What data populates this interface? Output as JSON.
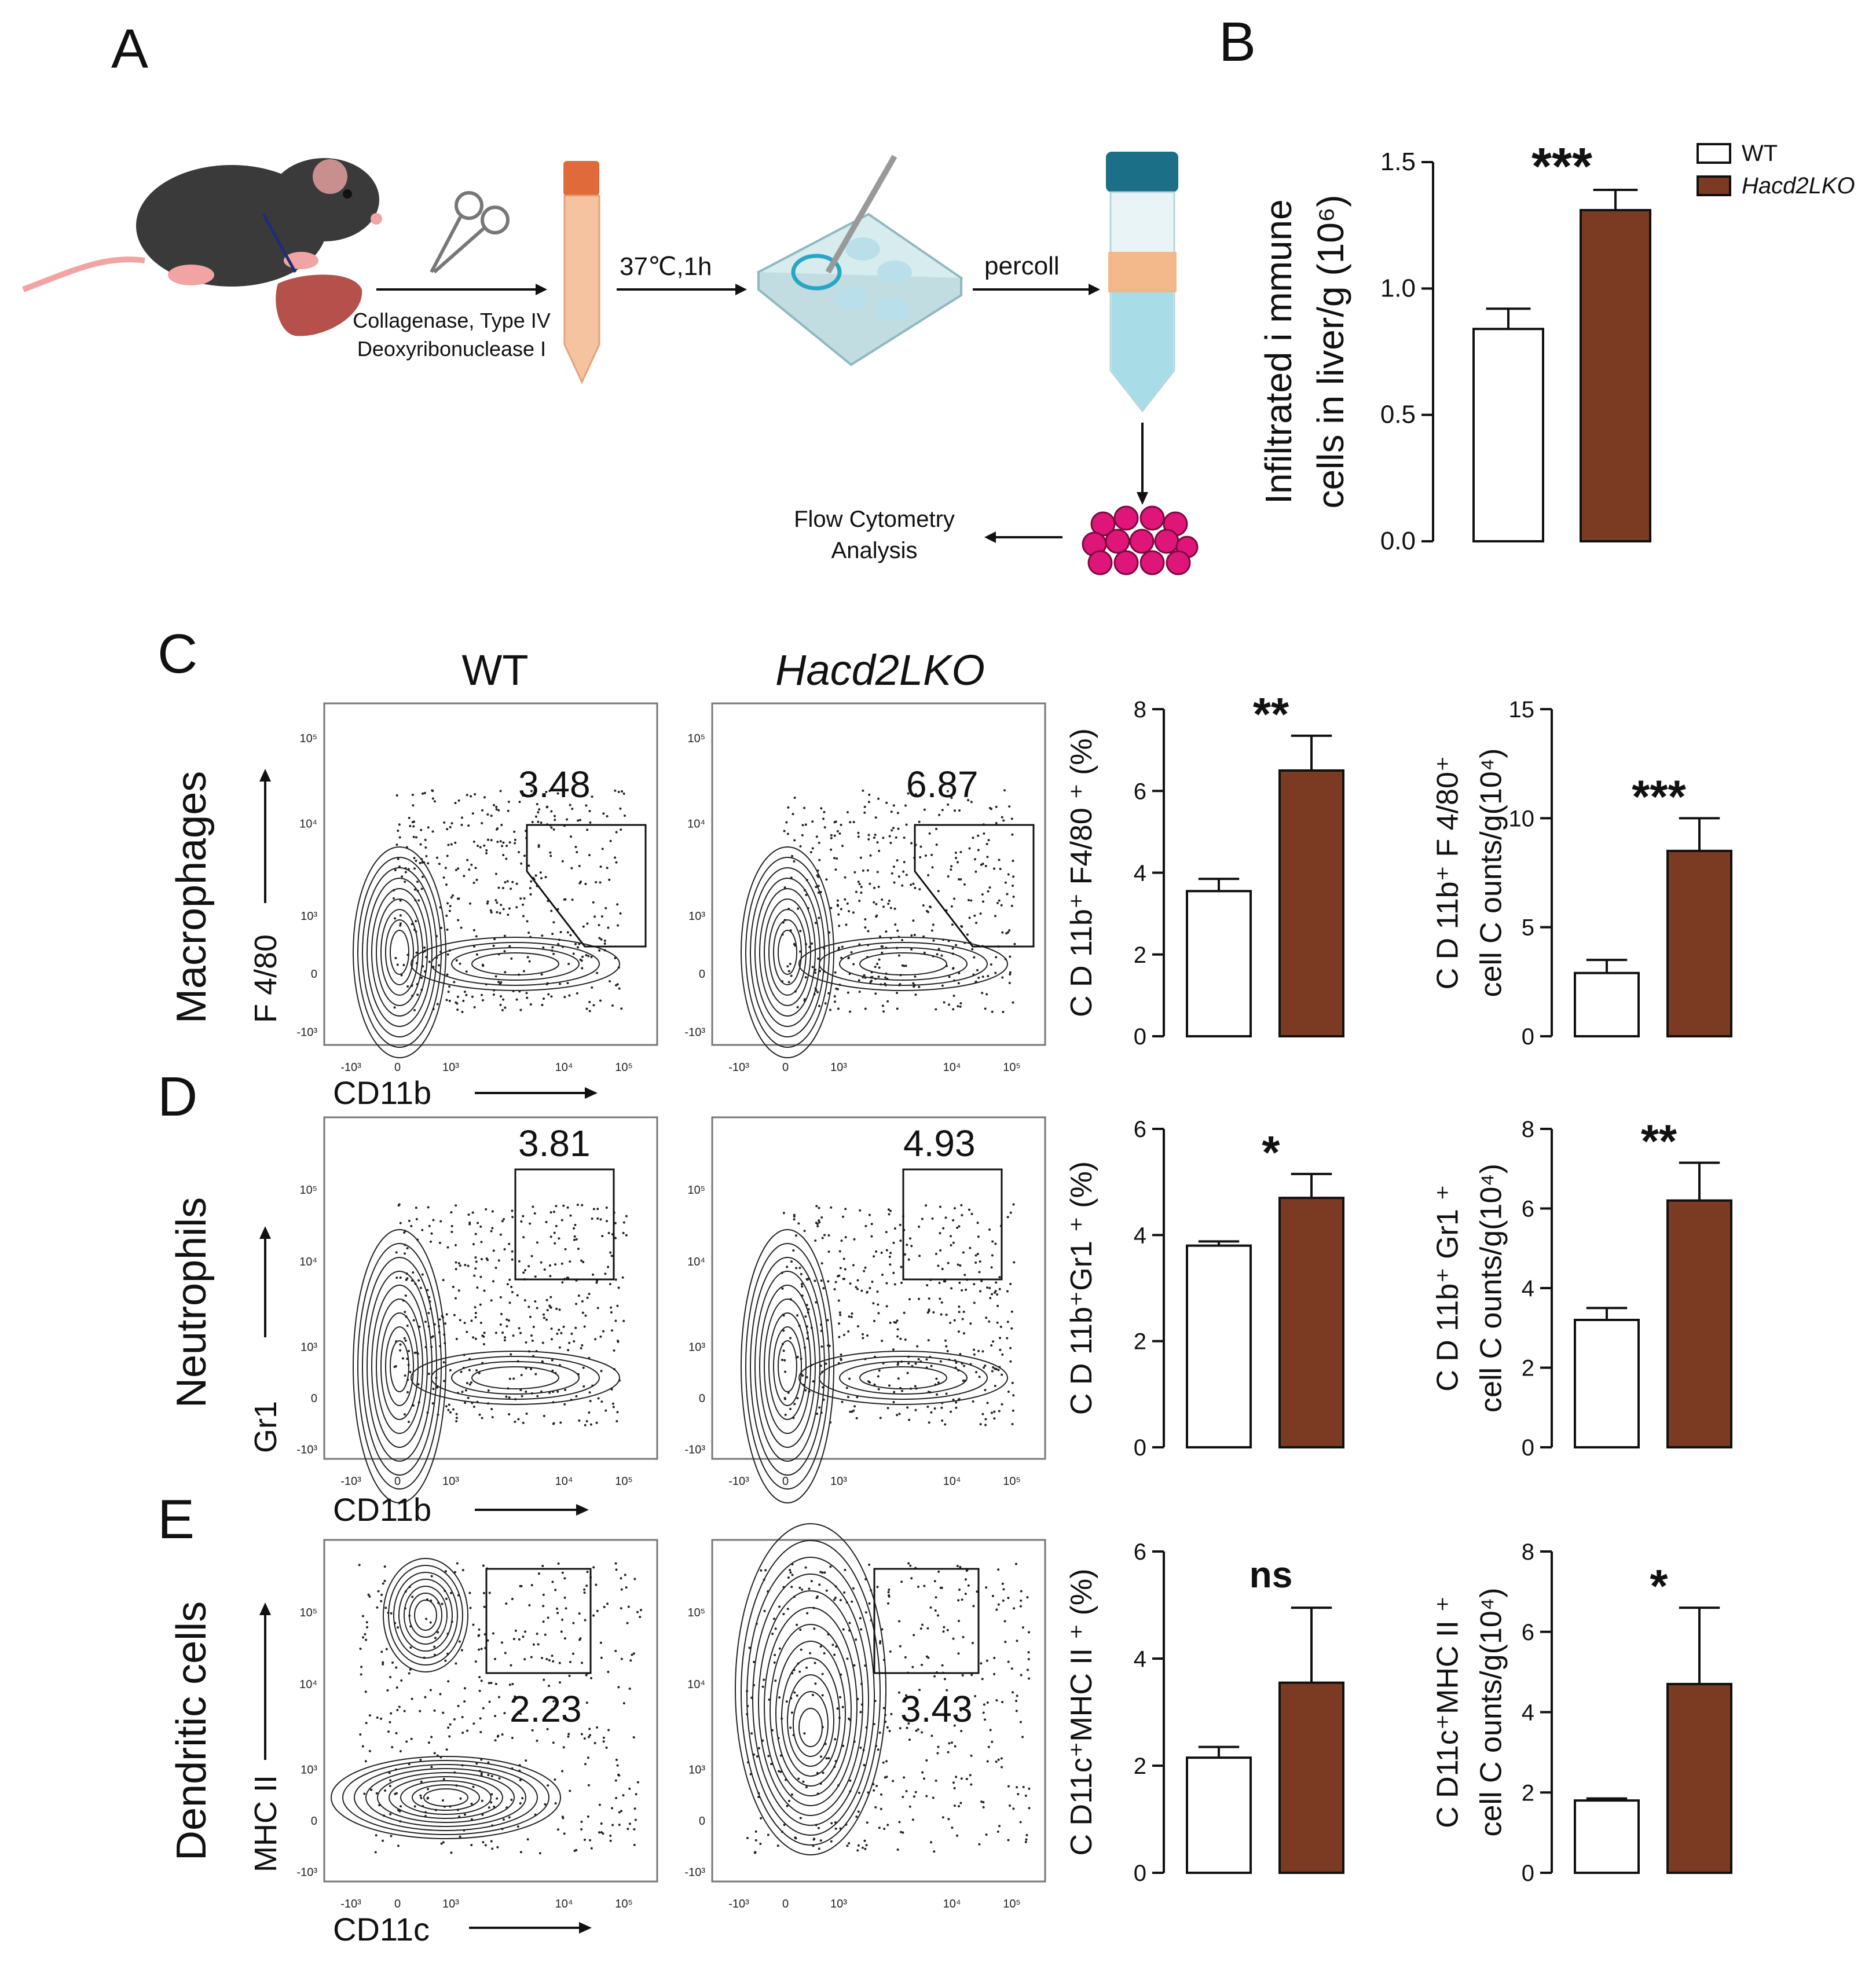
{
  "panels": {
    "A": "A",
    "B": "B",
    "C": "C",
    "D": "D",
    "E": "E"
  },
  "workflow": {
    "step1_reagents": [
      "Collagenase, Type IV",
      "Deoxyribonuclease I"
    ],
    "step2": "37℃,1h",
    "step3": "percoll",
    "step4": [
      "Flow Cytometry",
      "Analysis"
    ],
    "pellet_color": "#e0157a",
    "tube_color": "#f4b27e",
    "percoll_color": "#a8dde8"
  },
  "colors": {
    "wt": "#ffffff",
    "ko": "#7b3a22",
    "line": "#111111"
  },
  "legend": {
    "wt": "WT",
    "ko": "Hacd2LKO"
  },
  "flow_headers": {
    "wt": "WT",
    "ko": "Hacd2LKO"
  },
  "row_labels": {
    "C": "Macrophages",
    "D": "Neutrophils",
    "E": "Dendritic cells"
  },
  "flow": {
    "C": {
      "ylabel": "F 4/80",
      "xlabel": "CD11b",
      "gate_wt": "3.48",
      "gate_ko": "6.87"
    },
    "D": {
      "ylabel": "Gr1",
      "xlabel": "CD11b",
      "gate_wt": "3.81",
      "gate_ko": "4.93"
    },
    "E": {
      "ylabel": "MHC II",
      "xlabel": "CD11c",
      "gate_wt": "2.23",
      "gate_ko": "3.43"
    }
  },
  "chart_data": [
    {
      "id": "B",
      "type": "bar",
      "categories": [
        "WT",
        "Hacd2LKO"
      ],
      "values": [
        0.84,
        1.31
      ],
      "errors": [
        0.08,
        0.08
      ],
      "ylabel_lines": [
        "Infiltrated i mmune",
        "cells in liver/g  (10⁶)"
      ],
      "ylim": [
        0,
        1.5
      ],
      "yticks": [
        "0.0",
        "0.5",
        "1.0",
        "1.5"
      ],
      "sig": "***"
    },
    {
      "id": "C1",
      "type": "bar",
      "categories": [
        "WT",
        "Hacd2LKO"
      ],
      "values": [
        3.55,
        6.5
      ],
      "errors": [
        0.3,
        0.85
      ],
      "ylabel_lines": [
        "C D 11b⁺ F4/80 ⁺ (%)"
      ],
      "ylim": [
        0,
        8
      ],
      "yticks": [
        "0",
        "2",
        "4",
        "6",
        "8"
      ],
      "sig": "**"
    },
    {
      "id": "C2",
      "type": "bar",
      "categories": [
        "WT",
        "Hacd2LKO"
      ],
      "values": [
        2.9,
        8.5
      ],
      "errors": [
        0.6,
        1.5
      ],
      "ylabel_lines": [
        "C D 11b⁺ F 4/80⁺",
        "cell C ounts/g(10⁴)"
      ],
      "ylim": [
        0,
        15
      ],
      "yticks": [
        "0",
        "5",
        "10",
        "15"
      ],
      "sig": "***"
    },
    {
      "id": "D1",
      "type": "bar",
      "categories": [
        "WT",
        "Hacd2LKO"
      ],
      "values": [
        3.8,
        4.7
      ],
      "errors": [
        0.08,
        0.45
      ],
      "ylabel_lines": [
        "C D 11b⁺Gr1 ⁺ (%)"
      ],
      "ylim": [
        0,
        6
      ],
      "yticks": [
        "0",
        "2",
        "4",
        "6"
      ],
      "sig": "*"
    },
    {
      "id": "D2",
      "type": "bar",
      "categories": [
        "WT",
        "Hacd2LKO"
      ],
      "values": [
        3.2,
        6.2
      ],
      "errors": [
        0.3,
        0.95
      ],
      "ylabel_lines": [
        "C D 11b⁺ Gr1 ⁺",
        "cell C ounts/g(10⁴)"
      ],
      "ylim": [
        0,
        8
      ],
      "yticks": [
        "0",
        "2",
        "4",
        "6",
        "8"
      ],
      "sig": "**"
    },
    {
      "id": "E1",
      "type": "bar",
      "categories": [
        "WT",
        "Hacd2LKO"
      ],
      "values": [
        2.15,
        3.55
      ],
      "errors": [
        0.2,
        1.4
      ],
      "ylabel_lines": [
        "C D11c⁺MHC II ⁺ (%)"
      ],
      "ylim": [
        0,
        6
      ],
      "yticks": [
        "0",
        "2",
        "4",
        "6"
      ],
      "sig": "ns"
    },
    {
      "id": "E2",
      "type": "bar",
      "categories": [
        "WT",
        "Hacd2LKO"
      ],
      "values": [
        1.8,
        4.7
      ],
      "errors": [
        0.05,
        1.9
      ],
      "ylabel_lines": [
        "C D11c⁺MHC II ⁺",
        "cell C ounts/g(10⁴)"
      ],
      "ylim": [
        0,
        8
      ],
      "yticks": [
        "0",
        "2",
        "4",
        "6",
        "8"
      ],
      "sig": "*"
    }
  ]
}
